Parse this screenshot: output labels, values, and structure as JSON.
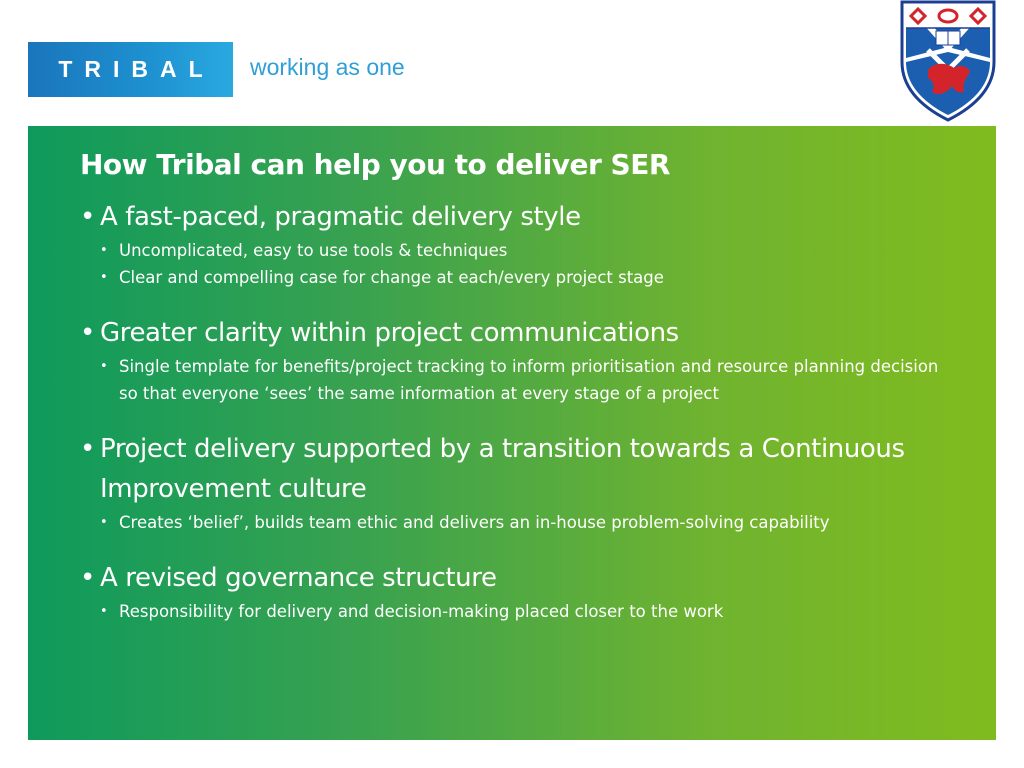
{
  "header": {
    "brand_name": "TRIBAL",
    "tagline": "working as one"
  },
  "colors": {
    "brand_blue": "#1a75bc",
    "tagline_blue": "#2f9fd6",
    "panel_green_left": "#0e9a5c",
    "panel_green_right": "#80bb1e"
  },
  "icons": {
    "crest": "university-crest-icon"
  },
  "slide": {
    "title": "How Tribal can help you to deliver SER",
    "bullet_glyph": "•",
    "sections": [
      {
        "heading": "A fast-paced, pragmatic delivery style",
        "items": [
          "Uncomplicated, easy to use tools & techniques",
          "Clear and compelling case for change at each/every project stage"
        ]
      },
      {
        "heading": "Greater clarity within project communications",
        "items": [
          "Single template for benefits/project tracking to inform prioritisation and resource planning decision so that everyone ‘sees’ the same information at every stage of a project"
        ]
      },
      {
        "heading": "Project delivery supported by a transition towards a Continuous Improvement culture",
        "items": [
          "Creates ‘belief’, builds team ethic and delivers an in-house  problem-solving capability"
        ]
      },
      {
        "heading": "A revised governance structure",
        "items": [
          "Responsibility for delivery  and decision-making placed closer to the work"
        ]
      }
    ]
  }
}
